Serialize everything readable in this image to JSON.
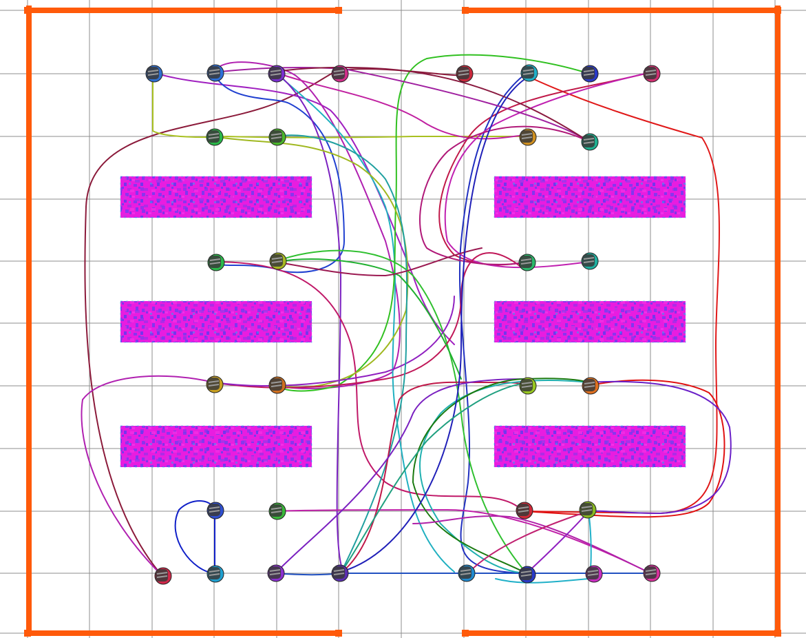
{
  "colors": {
    "background": "#ffffff",
    "grid": "#8c8c8c",
    "wall": "#ff5a0a",
    "obstacle_fill": "#e81de0",
    "obstacle_texture": "#5a3bf0",
    "robot_dark": "#3a3a3a"
  },
  "scene": {
    "description_type": "multi-robot warehouse path planning",
    "wall_icon": "warehouse-wall",
    "obstacle_icon": "shelf-obstacle",
    "robot_icon": "robot-icon"
  },
  "robots": [
    {
      "id": "r1",
      "color": "#2f6fd0"
    },
    {
      "id": "r2",
      "color": "#2d6fd8"
    },
    {
      "id": "r3",
      "color": "#7a2fd0"
    },
    {
      "id": "r4",
      "color": "#d02f8a"
    },
    {
      "id": "r5",
      "color": "#c8283c"
    },
    {
      "id": "r6",
      "color": "#1fb0c8"
    },
    {
      "id": "r7",
      "color": "#2a3ac8"
    },
    {
      "id": "r8",
      "color": "#d02f70"
    },
    {
      "id": "r9",
      "color": "#2ab84a"
    },
    {
      "id": "r10",
      "color": "#4ab82a"
    },
    {
      "id": "r11",
      "color": "#d09020"
    },
    {
      "id": "r12",
      "color": "#1fb090"
    },
    {
      "id": "r13",
      "color": "#2ab84a"
    },
    {
      "id": "r14",
      "color": "#a8b820"
    },
    {
      "id": "r15",
      "color": "#2ab86a"
    },
    {
      "id": "r16",
      "color": "#1fb0a0"
    },
    {
      "id": "r17",
      "color": "#c8a020"
    },
    {
      "id": "r18",
      "color": "#d07020"
    },
    {
      "id": "r19",
      "color": "#98c820"
    },
    {
      "id": "r20",
      "color": "#e07020"
    },
    {
      "id": "r21",
      "color": "#2f4fd0"
    },
    {
      "id": "r22",
      "color": "#3ab83a"
    },
    {
      "id": "r23",
      "color": "#d02838"
    },
    {
      "id": "r24",
      "color": "#88b820"
    },
    {
      "id": "r25",
      "color": "#d0284a"
    },
    {
      "id": "r26",
      "color": "#20a0d0"
    },
    {
      "id": "r27",
      "color": "#8a2fd0"
    },
    {
      "id": "r28",
      "color": "#5a2fb0"
    },
    {
      "id": "r29",
      "color": "#1f8ad0"
    },
    {
      "id": "r30",
      "color": "#2a3ac8"
    },
    {
      "id": "r31",
      "color": "#c82fc0"
    },
    {
      "id": "r32",
      "color": "#d82f9a"
    }
  ],
  "paths": [
    {
      "color": "#8b1a3a"
    },
    {
      "color": "#a020c0"
    },
    {
      "color": "#a8c020"
    },
    {
      "color": "#2040d0"
    },
    {
      "color": "#b020b0"
    },
    {
      "color": "#20b0c0"
    },
    {
      "color": "#7a20c0"
    },
    {
      "color": "#c020a0"
    },
    {
      "color": "#e01818"
    },
    {
      "color": "#30c020"
    },
    {
      "color": "#c01848"
    },
    {
      "color": "#2030c0"
    },
    {
      "color": "#c020b0"
    },
    {
      "color": "#a020a0"
    },
    {
      "color": "#8a1a40"
    },
    {
      "color": "#c01868"
    },
    {
      "color": "#30c030"
    },
    {
      "color": "#a0b820"
    },
    {
      "color": "#c01858"
    },
    {
      "color": "#9020c0"
    },
    {
      "color": "#b020b0"
    },
    {
      "color": "#20a0a0"
    },
    {
      "color": "#20b030"
    },
    {
      "color": "#b01878"
    },
    {
      "color": "#9a1850"
    },
    {
      "color": "#c020a8"
    },
    {
      "color": "#1020c8"
    },
    {
      "color": "#c01848"
    },
    {
      "color": "#7a20c0"
    },
    {
      "color": "#20b0b0"
    },
    {
      "color": "#1a7a10"
    },
    {
      "color": "#e01010"
    },
    {
      "color": "#6a20c8"
    },
    {
      "color": "#b020a8"
    },
    {
      "color": "#2050c0"
    },
    {
      "color": "#20b0c8"
    },
    {
      "color": "#2020b8"
    },
    {
      "color": "#20a080"
    },
    {
      "color": "#9020c0"
    },
    {
      "color": "#c02070"
    }
  ]
}
